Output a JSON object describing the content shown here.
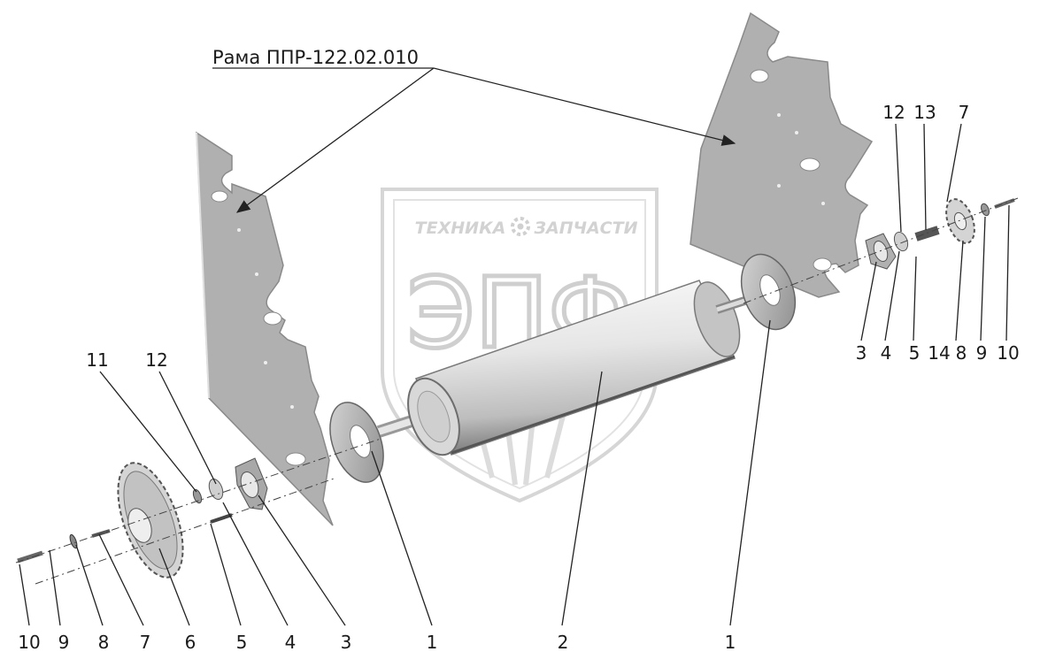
{
  "title": "Рама ППР-122.02.010",
  "watermark": {
    "top_text_left": "ТЕХНИКА",
    "top_text_right": "ЗАПЧАСТИ",
    "big_text": "ЭПФ"
  },
  "icons": [
    "gear-icon",
    "arrow-icon"
  ],
  "colors": {
    "plate": "#aeaeae",
    "plate_edge": "#8a8a8a",
    "metal_light": "#f2f2f2",
    "metal_dark": "#7c7c7c",
    "line": "#222222",
    "watermark": "#d0d0d0"
  },
  "callouts": {
    "bottom_left": [
      "10",
      "9",
      "8",
      "7",
      "6",
      "5",
      "4",
      "3",
      "1",
      "2",
      "1"
    ],
    "left_upper": [
      "11",
      "12"
    ],
    "right_bottom": [
      "3",
      "4",
      "5",
      "14",
      "8",
      "9",
      "10"
    ],
    "right_top": [
      "12",
      "13",
      "7"
    ]
  }
}
